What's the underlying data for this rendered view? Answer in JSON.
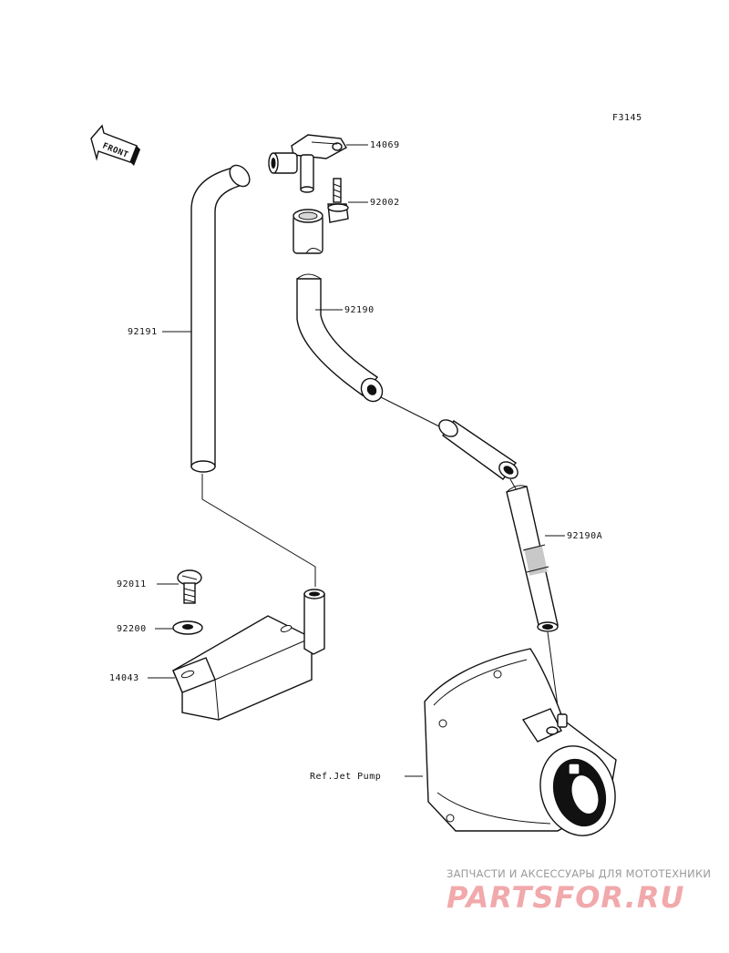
{
  "figure_code": "F3145",
  "front_label": "FRONT",
  "parts": {
    "p14069": "14069",
    "p92002": "92002",
    "p92190": "92190",
    "p92191": "92191",
    "p92190a": "92190A",
    "p92011": "92011",
    "p92200": "92200",
    "p14043": "14043",
    "ref_jet_pump": "Ref.Jet Pump"
  },
  "watermark": {
    "tagline": "ЗАПЧАСТИ И АКСЕССУАРЫ ДЛЯ МОТОТЕХНИКИ",
    "logo": "PARTSFOR.RU"
  }
}
